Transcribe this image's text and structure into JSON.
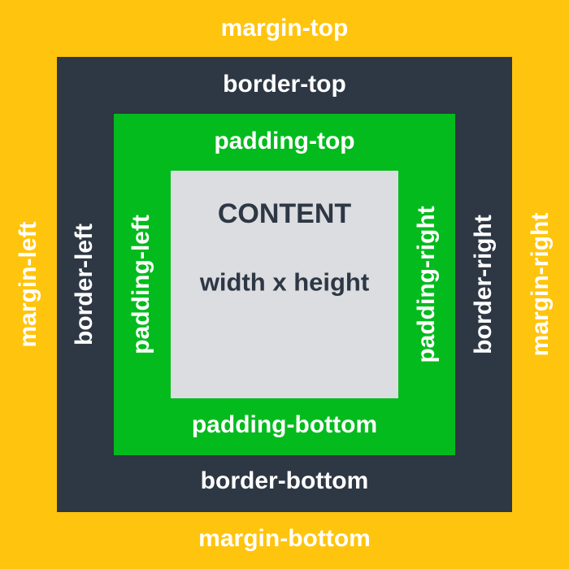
{
  "diagram": {
    "type": "css-box-model",
    "colors": {
      "margin_bg": "#FFC40D",
      "border_bg": "#2E3744",
      "padding_bg": "#04BB1D",
      "content_bg": "#DBDDE0",
      "band_label_text": "#FFFFFF",
      "content_text": "#2E3744"
    },
    "labels": {
      "margin_top": "margin-top",
      "border_top": "border-top",
      "padding_top": "padding-top",
      "margin_left": "margin-left",
      "border_left": "border-left",
      "padding_left": "padding-left",
      "padding_right": "padding-right",
      "border_right": "border-right",
      "margin_right": "margin-right",
      "padding_bottom": "padding-bottom",
      "border_bottom": "border-bottom",
      "margin_bottom": "margin-bottom"
    },
    "content": {
      "title": "CONTENT",
      "subtitle": "width x height"
    }
  }
}
